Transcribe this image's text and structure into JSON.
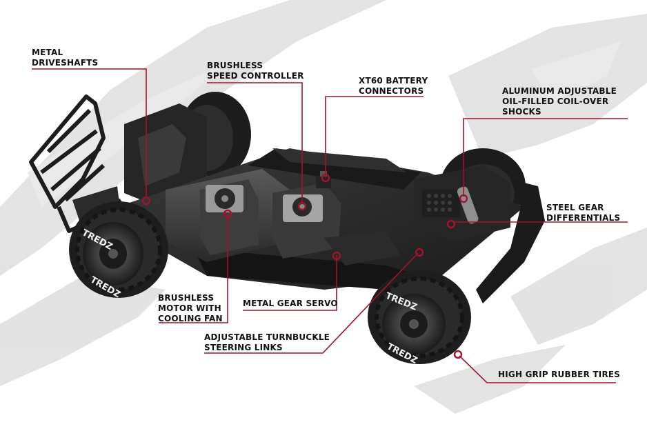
{
  "colors": {
    "callout_line": "#a3122f",
    "label_text": "#111111",
    "background": "#ffffff",
    "brush_stroke": "#d9d9d9",
    "chassis": "#2c2c2c",
    "tire": "#1e1e1e",
    "tire_lettering": "#f2f2f2"
  },
  "tire_brand": "TREDZ",
  "callouts": [
    {
      "id": "metal-driveshafts",
      "lines": [
        "METAL",
        "DRIVESHAFTS"
      ]
    },
    {
      "id": "brushless-speed-controller",
      "lines": [
        "BRUSHLESS",
        "SPEED CONTROLLER"
      ]
    },
    {
      "id": "xt60-battery-connectors",
      "lines": [
        "XT60 BATTERY",
        "CONNECTORS"
      ]
    },
    {
      "id": "aluminum-shocks",
      "lines": [
        "ALUMINUM ADJUSTABLE",
        "OIL-FILLED COIL-OVER",
        "SHOCKS"
      ]
    },
    {
      "id": "steel-gear-differentials",
      "lines": [
        "STEEL GEAR",
        "DIFFERENTIALS"
      ]
    },
    {
      "id": "brushless-motor",
      "lines": [
        "BRUSHLESS",
        "MOTOR WITH",
        "COOLING FAN"
      ]
    },
    {
      "id": "metal-gear-servo",
      "lines": [
        "METAL GEAR SERVO"
      ]
    },
    {
      "id": "turnbuckle-steering-links",
      "lines": [
        "ADJUSTABLE TURNBUCKLE",
        "STEERING LINKS"
      ]
    },
    {
      "id": "rubber-tires",
      "lines": [
        "HIGH GRIP RUBBER TIRES"
      ]
    }
  ]
}
